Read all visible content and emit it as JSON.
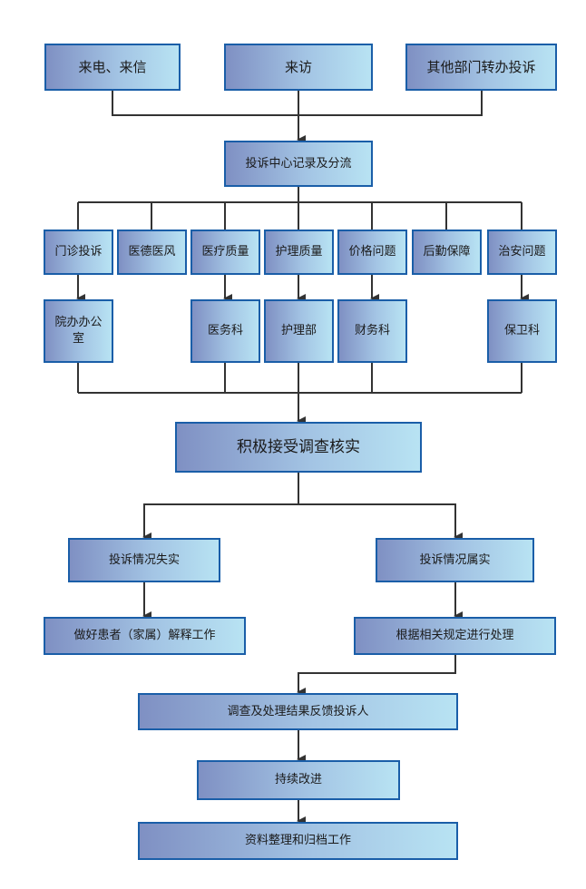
{
  "nodes": {
    "laidian": "来电、来信",
    "laifang": "来访",
    "qita": "其他部门转办投诉",
    "jilu": "投诉中心记录及分流",
    "menzhen": "门诊投诉",
    "yide": "医德医风",
    "yiliao": "医疗质量",
    "huli": "护理质量",
    "jiage": "价格问题",
    "houqin": "后勤保障",
    "zhian": "治安问题",
    "yuanban": "院办办公室",
    "yiwu": "医务科",
    "hulibu": "护理部",
    "caiwu": "财务科",
    "baowei": "保卫科",
    "diaocha": "积极接受调查核实",
    "shishi": "投诉情况失实",
    "shushi": "投诉情况属实",
    "jieshi": "做好患者（家属）解释工作",
    "chuli": "根据相关规定进行处理",
    "fankui": "调查及处理结果反馈投诉人",
    "gaijin": "持续改进",
    "guidang": "资料整理和归档工作"
  },
  "colors": {
    "border": "#1a5ea8",
    "fill_start": "#7f90c3",
    "fill_end": "#b8e3f3",
    "line": "#333333"
  }
}
